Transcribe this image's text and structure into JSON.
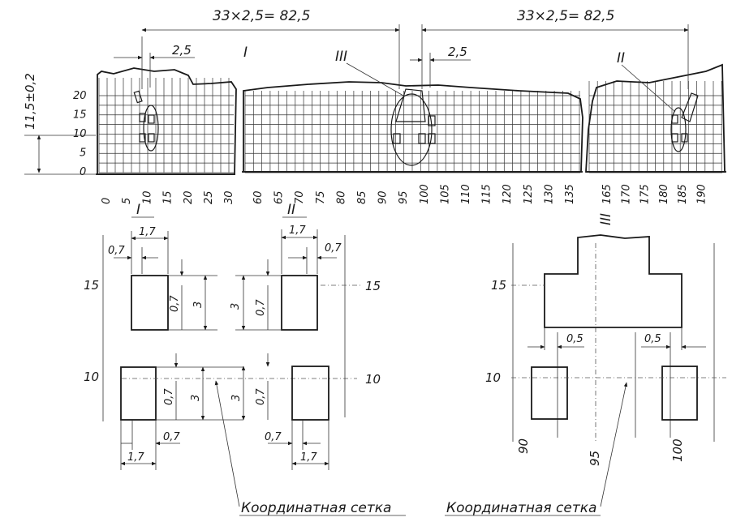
{
  "top": {
    "span_left": "33×2,5= 82,5",
    "span_right": "33×2,5= 82,5",
    "pitch_left": "2,5",
    "pitch_mid": "2,5",
    "roman_1": "I",
    "roman_2": "II",
    "roman_3": "III",
    "height_tol": "11,5±0,2",
    "y_ticks": [
      "20",
      "15",
      "10",
      "5",
      "0"
    ],
    "x_ticks_a": [
      "0",
      "5",
      "10",
      "15",
      "20",
      "25",
      "30"
    ],
    "x_ticks_b": [
      "60",
      "65",
      "70",
      "75",
      "80",
      "85",
      "90",
      "95",
      "100",
      "105",
      "110",
      "115",
      "120",
      "125",
      "130",
      "135"
    ],
    "x_ticks_c": [
      "165",
      "170",
      "175",
      "180",
      "185",
      "190"
    ]
  },
  "detail_1": {
    "title": "I",
    "w_top": "1,7",
    "off_top": "0,7",
    "v_off": "0,7",
    "v_h": "3",
    "row_15": "15",
    "row_10": "10",
    "v_off2": "0,7",
    "v_h2": "3",
    "off_bot": "0,7",
    "w_bot": "1,7"
  },
  "detail_2": {
    "title": "II",
    "w_top": "1,7",
    "off_top": "0,7",
    "v_h": "3",
    "v_off": "0,7",
    "row_15": "15",
    "row_10": "10",
    "v_h2": "3",
    "v_off2": "0,7",
    "off_bot": "0,7",
    "w_bot": "1,7"
  },
  "detail_3": {
    "title": "III",
    "row_15": "15",
    "row_10": "10",
    "gap_left": "0,5",
    "gap_right": "0,5",
    "col_90": "90",
    "col_95": "95",
    "col_100": "100"
  },
  "callouts": {
    "grid_left": "Координатная сетка",
    "grid_right": "Координатная сетка"
  }
}
